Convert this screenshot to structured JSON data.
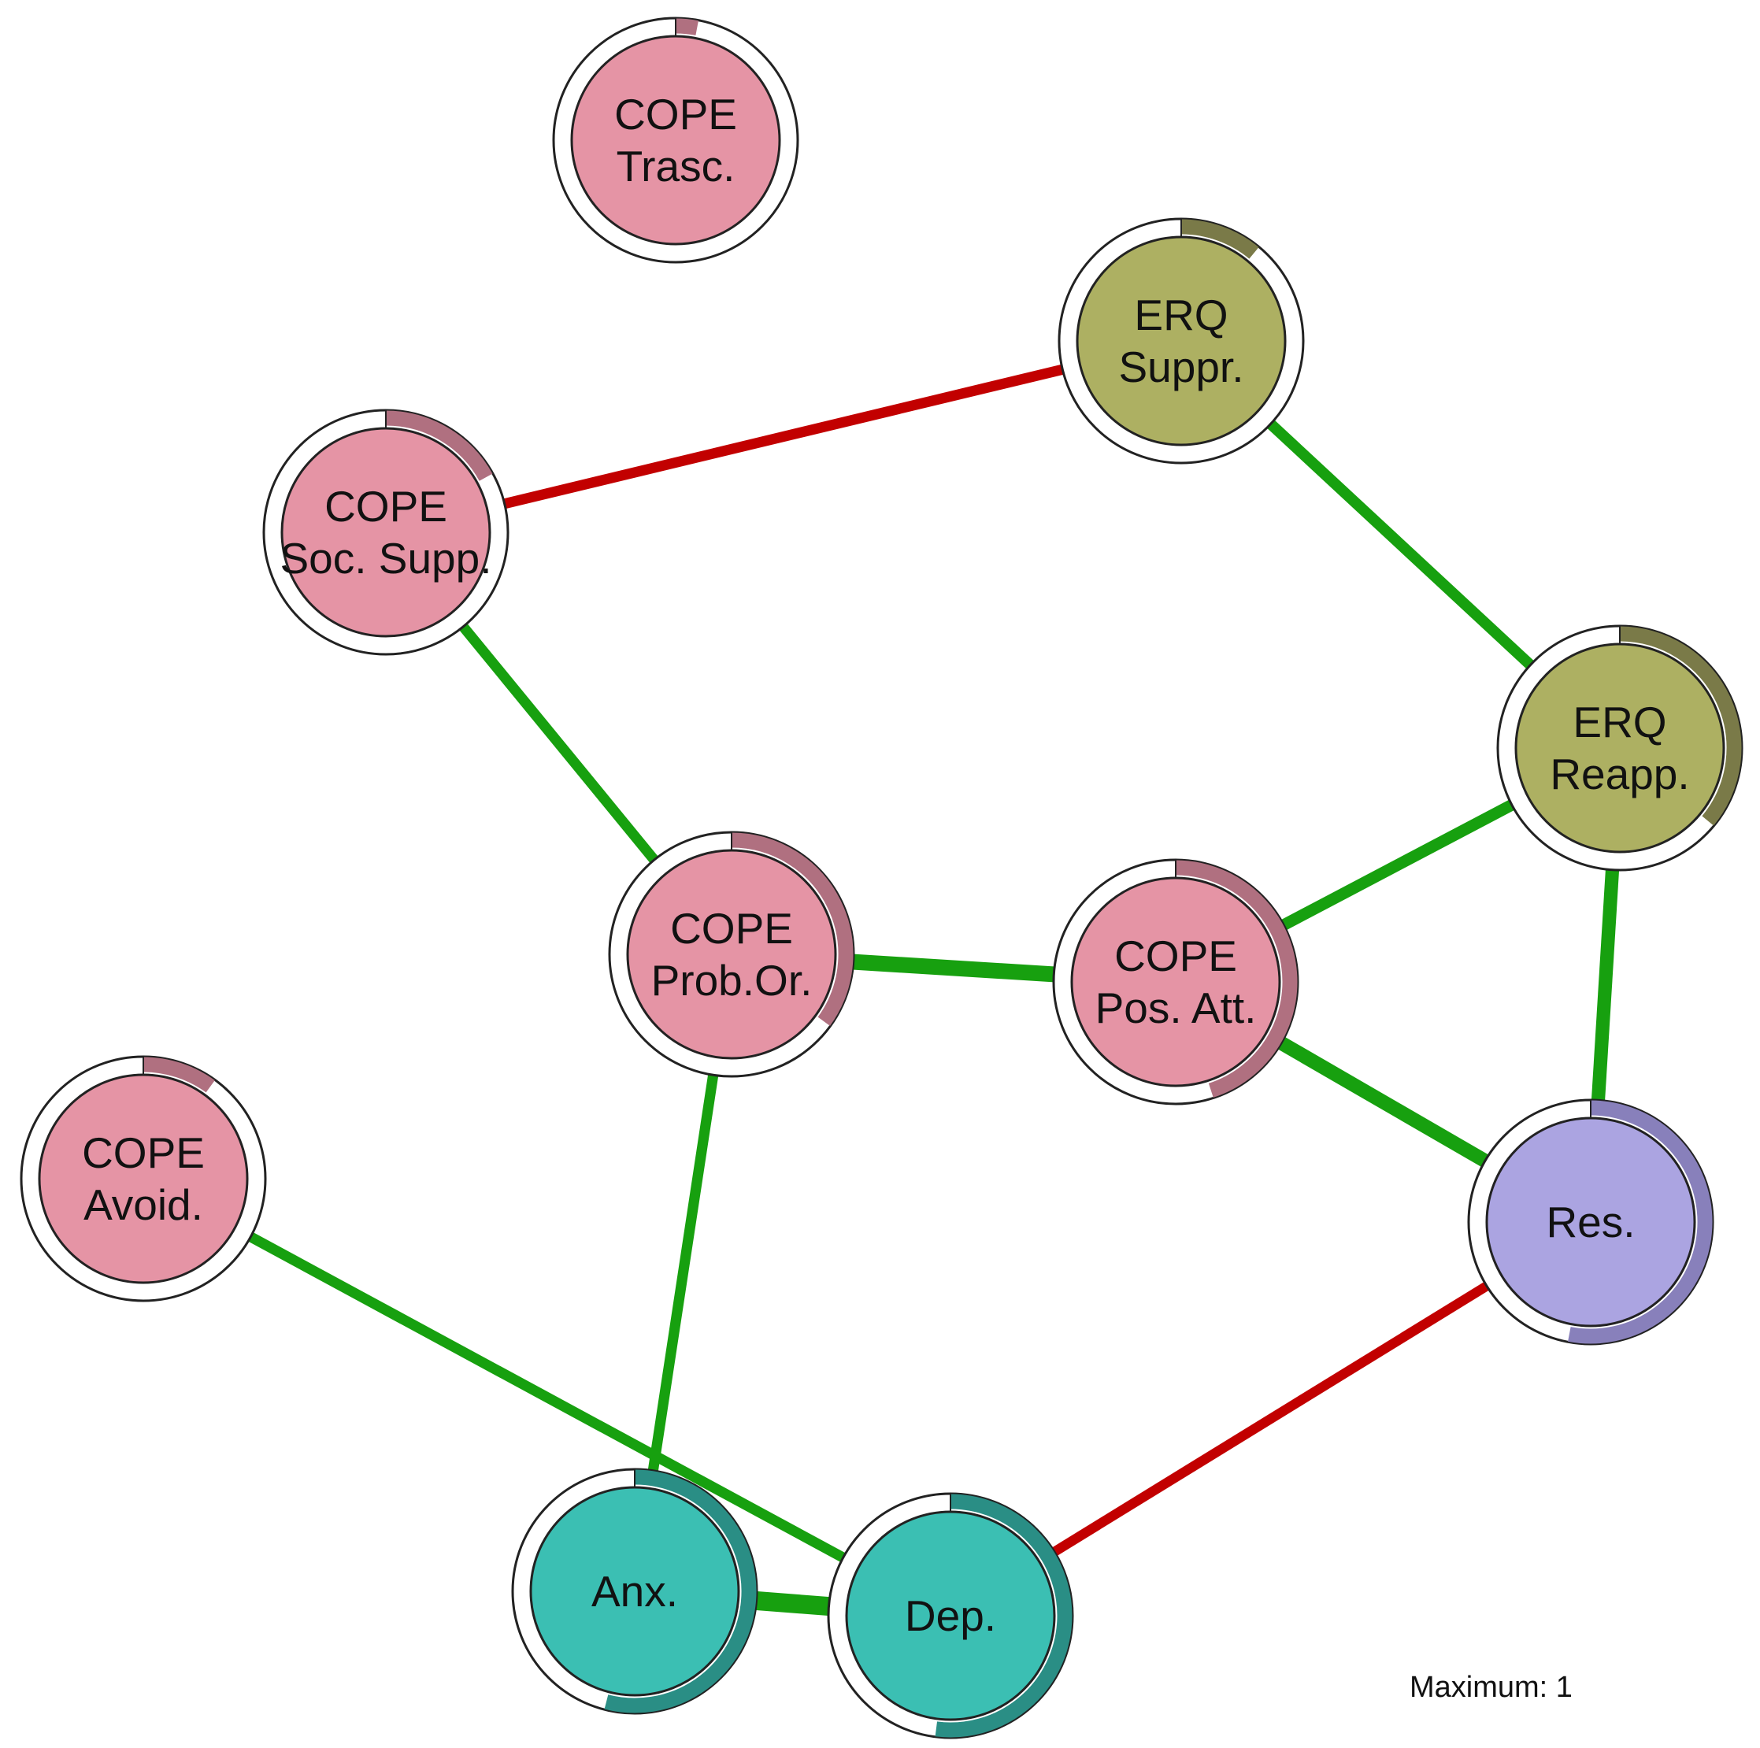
{
  "caption": "Maximum: 1",
  "colors": {
    "positive_edge": "#17a00f",
    "negative_edge": "#c20000",
    "cope_fill": "#e594a5",
    "cope_pie": "#b07080",
    "erq_fill": "#adb062",
    "erq_pie": "#7a7a48",
    "res_fill": "#aba4e1",
    "res_pie": "#8880bb",
    "symptom_fill": "#3bbfb3",
    "symptom_pie": "#2a8e85",
    "node_border": "#222222"
  },
  "nodes": [
    {
      "id": "cope_trasc",
      "lines": [
        "COPE",
        "Trasc."
      ],
      "group": "cope",
      "predictability": 0.03
    },
    {
      "id": "erq_suppr",
      "lines": [
        "ERQ",
        "Suppr."
      ],
      "group": "erq",
      "predictability": 0.11
    },
    {
      "id": "cope_socsupp",
      "lines": [
        "COPE",
        "Soc. Supp."
      ],
      "group": "cope",
      "predictability": 0.17
    },
    {
      "id": "erq_reapp",
      "lines": [
        "ERQ",
        "Reapp."
      ],
      "group": "erq",
      "predictability": 0.36
    },
    {
      "id": "cope_probor",
      "lines": [
        "COPE",
        "Prob.Or."
      ],
      "group": "cope",
      "predictability": 0.35
    },
    {
      "id": "cope_posatt",
      "lines": [
        "COPE",
        "Pos. Att."
      ],
      "group": "cope",
      "predictability": 0.45
    },
    {
      "id": "cope_avoid",
      "lines": [
        "COPE",
        "Avoid."
      ],
      "group": "cope",
      "predictability": 0.1
    },
    {
      "id": "res",
      "lines": [
        "Res."
      ],
      "group": "res",
      "predictability": 0.53
    },
    {
      "id": "anx",
      "lines": [
        "Anx."
      ],
      "group": "symptom",
      "predictability": 0.54
    },
    {
      "id": "dep",
      "lines": [
        "Dep."
      ],
      "group": "symptom",
      "predictability": 0.52
    }
  ],
  "edges": [
    {
      "from": "cope_socsupp",
      "to": "erq_suppr",
      "sign": "negative",
      "weight": 0.18
    },
    {
      "from": "erq_suppr",
      "to": "erq_reapp",
      "sign": "positive",
      "weight": 0.2
    },
    {
      "from": "cope_socsupp",
      "to": "cope_probor",
      "sign": "positive",
      "weight": 0.18
    },
    {
      "from": "erq_reapp",
      "to": "cope_posatt",
      "sign": "positive",
      "weight": 0.22
    },
    {
      "from": "erq_reapp",
      "to": "res",
      "sign": "positive",
      "weight": 0.28
    },
    {
      "from": "cope_probor",
      "to": "cope_posatt",
      "sign": "positive",
      "weight": 0.35
    },
    {
      "from": "cope_posatt",
      "to": "res",
      "sign": "positive",
      "weight": 0.3
    },
    {
      "from": "cope_probor",
      "to": "anx",
      "sign": "positive",
      "weight": 0.18
    },
    {
      "from": "cope_avoid",
      "to": "dep",
      "sign": "positive",
      "weight": 0.18
    },
    {
      "from": "res",
      "to": "dep",
      "sign": "negative",
      "weight": 0.16
    },
    {
      "from": "anx",
      "to": "dep",
      "sign": "positive",
      "weight": 0.45
    }
  ]
}
